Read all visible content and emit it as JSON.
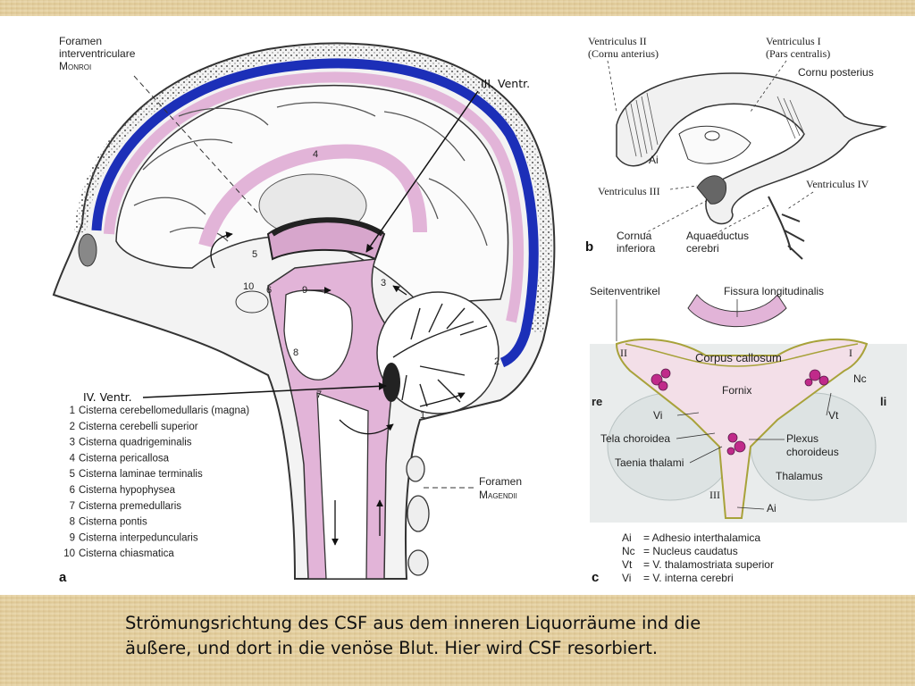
{
  "panel_a": {
    "foramen_monroi": [
      "Foramen",
      "interventriculare",
      "Monroi"
    ],
    "foramen_magendii": [
      "Foramen",
      "Magendii"
    ],
    "panel_letter": "a",
    "legend": [
      {
        "num": "1",
        "text": "Cisterna cerebellomedullaris (magna)"
      },
      {
        "num": "2",
        "text": "Cisterna cerebelli superior"
      },
      {
        "num": "3",
        "text": "Cisterna quadrigeminalis"
      },
      {
        "num": "4",
        "text": "Cisterna pericallosa"
      },
      {
        "num": "5",
        "text": "Cisterna laminae terminalis"
      },
      {
        "num": "6",
        "text": "Cisterna hypophysea"
      },
      {
        "num": "7",
        "text": "Cisterna premedullaris"
      },
      {
        "num": "8",
        "text": "Cisterna pontis"
      },
      {
        "num": "9",
        "text": "Cisterna interpeduncularis"
      },
      {
        "num": "10",
        "text": "Cisterna chiasmatica"
      }
    ],
    "diagram_numbers": [
      "1",
      "2",
      "3",
      "4",
      "5",
      "6",
      "7",
      "8",
      "9",
      "10"
    ]
  },
  "annotations": {
    "third_ventricle": "III. Ventr.",
    "fourth_ventricle": "IV. Ventr."
  },
  "panel_b": {
    "ventriculus_ii": [
      "Ventriculus II",
      "(Cornu anterius)"
    ],
    "ventriculus_i": [
      "Ventriculus I",
      "(Pars centralis)"
    ],
    "cornu_posterius": "Cornu posterius",
    "ai": "Ai",
    "ventriculus_iii": "Ventriculus III",
    "ventriculus_iv": "Ventriculus IV",
    "cornua_inferiora": [
      "Cornua",
      "inferiora"
    ],
    "aquaeductus": [
      "Aquaeductus",
      "cerebri"
    ],
    "panel_letter": "b"
  },
  "panel_c": {
    "seitenventrikel": "Seitenventrikel",
    "fissura": "Fissura longitudinalis",
    "corpus_callosum": "Corpus callosum",
    "roman_ii": "II",
    "roman_i": "I",
    "nc": "Nc",
    "re": "re",
    "li": "li",
    "fornix": "Fornix",
    "vi": "Vi",
    "vt": "Vt",
    "tela": "Tela choroidea",
    "plexus": [
      "Plexus",
      "choroideus"
    ],
    "taenia": "Taenia thalami",
    "thalamus": "Thalamus",
    "roman_iii": "III",
    "ai": "Ai",
    "abbrev": [
      {
        "abbr": "Ai",
        "text": "= Adhesio interthalamica"
      },
      {
        "abbr": "Nc",
        "text": "= Nucleus caudatus"
      },
      {
        "abbr": "Vt",
        "text": "= V. thalamostriata superior"
      },
      {
        "abbr": "Vi",
        "text": "= V. interna cerebri"
      }
    ],
    "panel_letter": "c"
  },
  "caption": [
    "Strömungsrichtung des CSF aus dem inneren Liquorräume ind die",
    "äußere, und dort in die venöse Blut. Hier wird CSF resorbiert."
  ],
  "colors": {
    "csf_pink": "#e2b4d8",
    "sinus_blue": "#1c2fb8",
    "background_wood": "#e4cf9e"
  }
}
